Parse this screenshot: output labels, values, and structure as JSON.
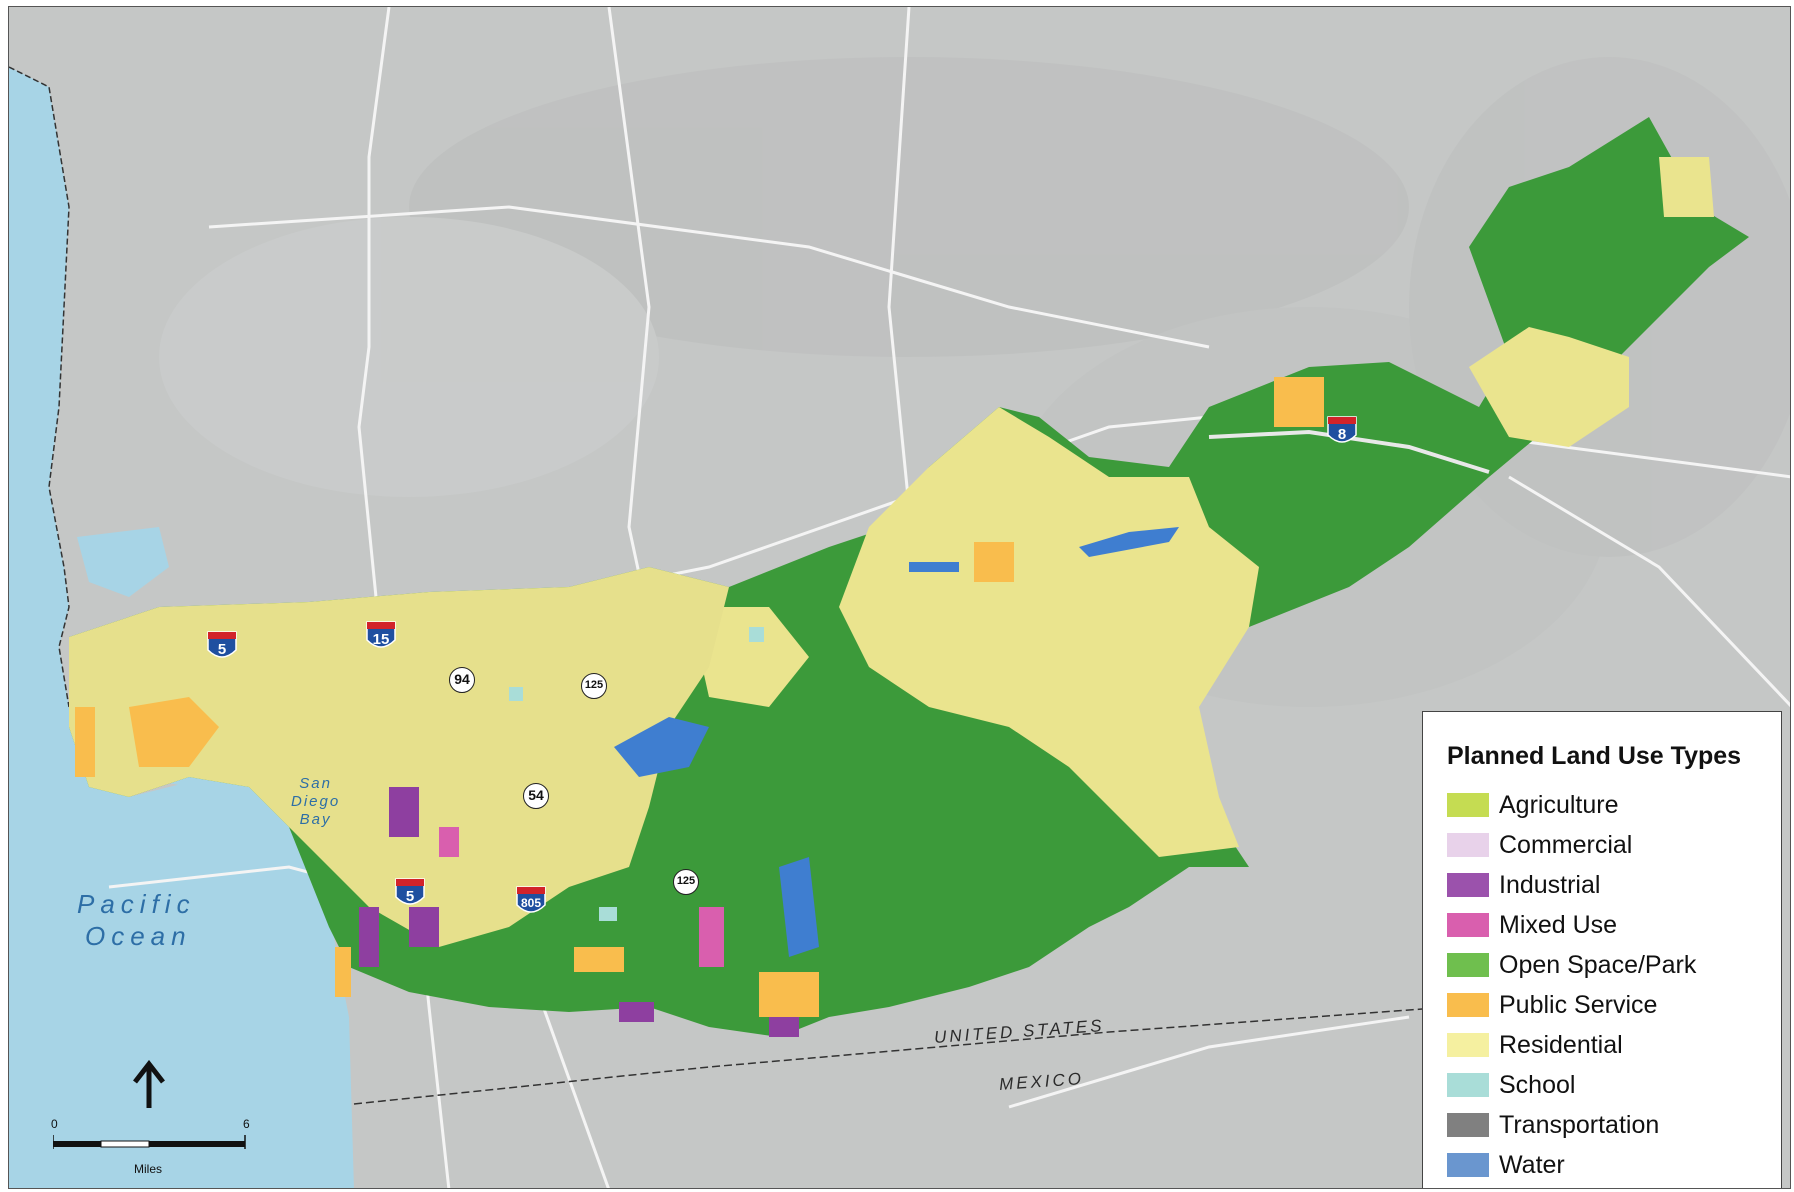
{
  "legend": {
    "title": "Planned Land Use Types",
    "items": [
      {
        "label": "Agriculture",
        "color": "#c5dc52"
      },
      {
        "label": "Commercial",
        "color": "#e8d2ea"
      },
      {
        "label": "Industrial",
        "color": "#9b52ac"
      },
      {
        "label": "Mixed Use",
        "color": "#d95fae"
      },
      {
        "label": "Open Space/Park",
        "color": "#6fbf4e"
      },
      {
        "label": "Public Service",
        "color": "#f9bd4d"
      },
      {
        "label": "Residential",
        "color": "#f5f0a0"
      },
      {
        "label": "School",
        "color": "#a9ddd8"
      },
      {
        "label": "Transportation",
        "color": "#808080"
      },
      {
        "label": "Water",
        "color": "#6a96cf"
      }
    ]
  },
  "labels": {
    "ocean_line1": "Pacific",
    "ocean_line2": "Ocean",
    "bay_line1": "San",
    "bay_line2": "Diego",
    "bay_line3": "Bay",
    "country_us": "UNITED STATES",
    "country_mx": "MEXICO"
  },
  "interstates": [
    {
      "number": "5",
      "name": "interstate-5-north"
    },
    {
      "number": "15",
      "name": "interstate-15"
    },
    {
      "number": "5",
      "name": "interstate-5-south"
    },
    {
      "number": "805",
      "name": "interstate-805"
    },
    {
      "number": "8",
      "name": "interstate-8"
    }
  ],
  "state_routes": [
    {
      "number": "94"
    },
    {
      "number": "125"
    },
    {
      "number": "54"
    },
    {
      "number": "125"
    }
  ],
  "scale": {
    "min_label": "0",
    "max_label": "6",
    "unit": "Miles"
  },
  "colors": {
    "land_base": "#c9cbca",
    "ocean": "#a7d4e6",
    "open_space_dark": "#3c9a3a",
    "interstate_blue": "#1f4fa0",
    "interstate_red": "#d2232a"
  }
}
